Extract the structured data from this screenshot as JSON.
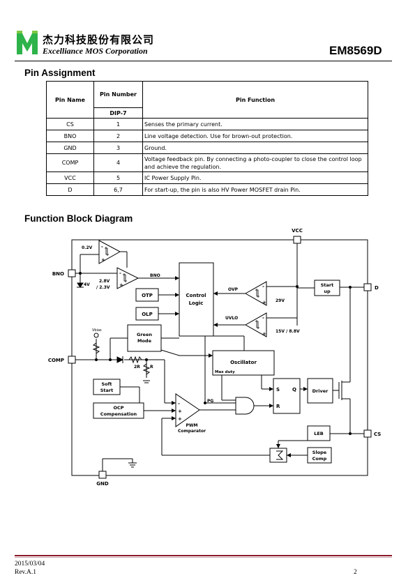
{
  "header": {
    "company_cn": "杰力科技股份有限公司",
    "company_en": "Excelliance MOS Corporation",
    "model": "EM8569D",
    "logo_color": "#2db34a"
  },
  "pin_section": {
    "title": "Pin Assignment",
    "headers": {
      "pin_name": "Pin Name",
      "pin_number": "Pin Number",
      "package": "DIP-7",
      "pin_function": "Pin Function"
    },
    "rows": [
      {
        "name": "CS",
        "number": "1",
        "function": "Senses the primary current."
      },
      {
        "name": "BNO",
        "number": "2",
        "function": "Line voltage detection. Use for brown-out protection."
      },
      {
        "name": "GND",
        "number": "3",
        "function": "Ground."
      },
      {
        "name": "COMP",
        "number": "4",
        "function": "Voltage feedback pin. By connecting a photo-coupler to close the control loop and achieve the regulation."
      },
      {
        "name": "VCC",
        "number": "5",
        "function": "IC Power Supply Pin."
      },
      {
        "name": "D",
        "number": "6,7",
        "function": "For start-up, the pin is also HV Power MOSFET drain Pin."
      }
    ]
  },
  "diagram": {
    "title": "Function Block Diagram",
    "pins": {
      "vcc": "VCC",
      "bno": "BNO",
      "comp": "COMP",
      "gnd": "GND",
      "d": "D",
      "cs": "CS"
    },
    "blocks": {
      "control_1": "Control",
      "control_2": "Logic",
      "otp": "OTP",
      "olp": "OLP",
      "green_1": "Green",
      "green_2": "Mode",
      "oscillator": "Oscillator",
      "max_duty": "Max duty",
      "soft_1": "Soft",
      "soft_2": "Start",
      "ocp_1": "OCP",
      "ocp_2": "Compensation",
      "startup_1": "Start",
      "startup_2": "up",
      "driver": "Driver",
      "leb": "LEB",
      "slope_1": "Slope",
      "slope_2": "Comp",
      "latch_s": "S",
      "latch_q": "Q",
      "latch_r": "R"
    },
    "labels": {
      "v02": "0.2V",
      "bno_int": "BNO",
      "th_1": "2.8V",
      "th_2": "/ 2.3V",
      "z4v": "4V",
      "ovp": "OVP",
      "uvlo": "UVLO",
      "v29": "29V",
      "uvlo_th": "15V / 8.8V",
      "vbias": "Vbias",
      "r2": "2R",
      "r1": "R",
      "pg": "PG",
      "pwm_1": "PWM",
      "pwm_2": "Comparator",
      "minus": "-",
      "plus": "+"
    }
  },
  "footer": {
    "date": "2015/03/04",
    "rev": "Rev.A.1",
    "page": "2",
    "rule_color": "#8b1a2b"
  }
}
